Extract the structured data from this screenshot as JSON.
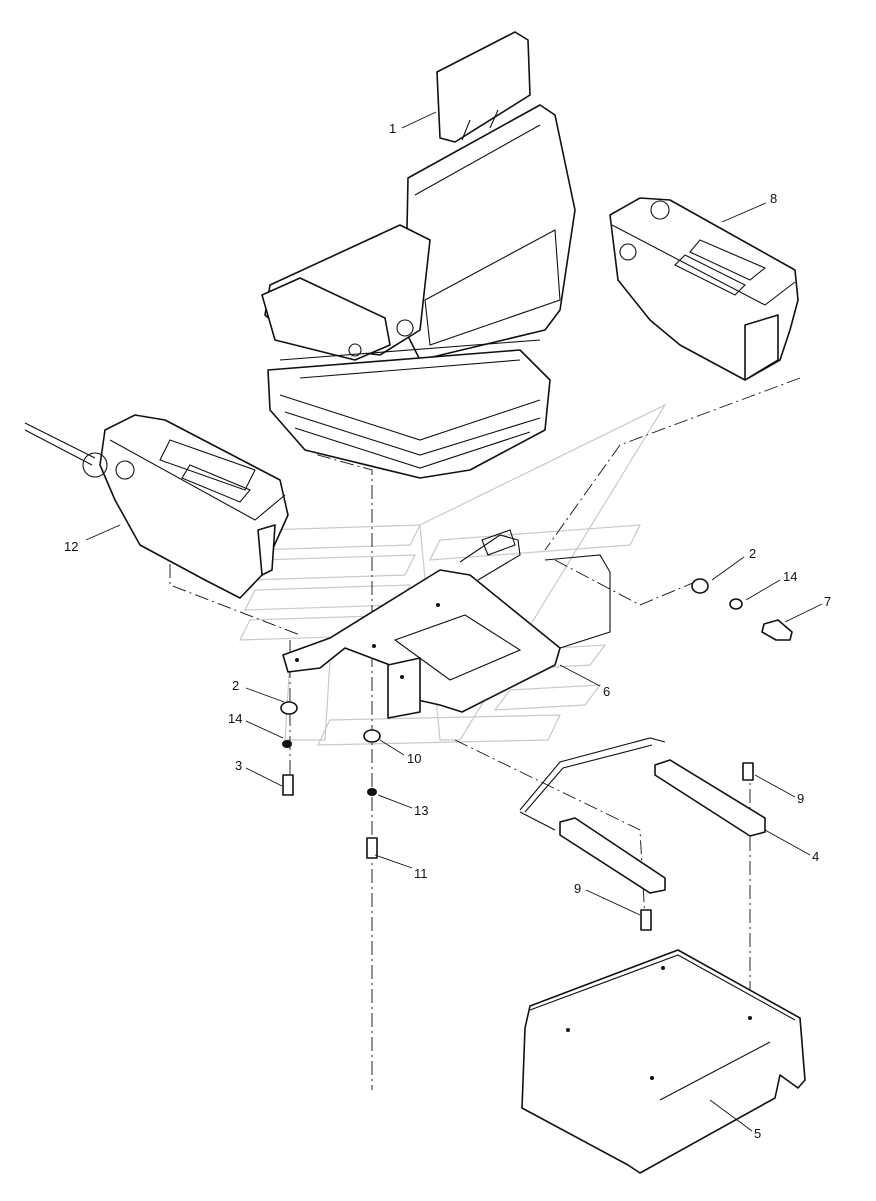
{
  "callouts": [
    {
      "id": "c1",
      "label": "1"
    },
    {
      "id": "c8",
      "label": "8"
    },
    {
      "id": "c12",
      "label": "12"
    },
    {
      "id": "c2a",
      "label": "2"
    },
    {
      "id": "c14a",
      "label": "14"
    },
    {
      "id": "c7",
      "label": "7"
    },
    {
      "id": "c6",
      "label": "6"
    },
    {
      "id": "c2b",
      "label": "2"
    },
    {
      "id": "c14b",
      "label": "14"
    },
    {
      "id": "c3",
      "label": "3"
    },
    {
      "id": "c10",
      "label": "10"
    },
    {
      "id": "c13",
      "label": "13"
    },
    {
      "id": "c11",
      "label": "11"
    },
    {
      "id": "c9a",
      "label": "9"
    },
    {
      "id": "c4",
      "label": "4"
    },
    {
      "id": "c9b",
      "label": "9"
    },
    {
      "id": "c5",
      "label": "5"
    }
  ]
}
